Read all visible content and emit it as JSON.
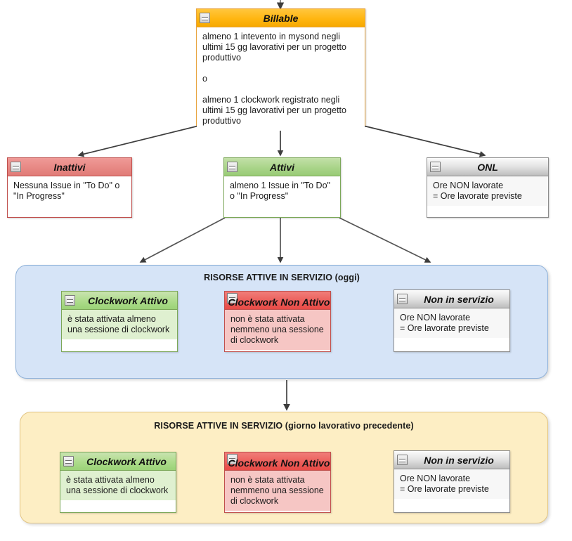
{
  "diagram": {
    "title": "Billable classification flow",
    "colors": {
      "orange_header": "#ffb611",
      "red_header": "#e88a86",
      "red_strong_header": "#ec5f5b",
      "green_header": "#a9d489",
      "gray_header": "#e3e3e3",
      "blue_panel": "#d6e4f7",
      "yellow_panel": "#fdeec4",
      "edge": "#3d3d3d"
    },
    "icons": {
      "collapse": "minus-icon"
    }
  },
  "nodes": {
    "billable": {
      "title": "Billable",
      "body": "almeno 1 intevento in mysond negli ultimi 15 gg lavorativi per un progetto produttivo\n\n                 o\n\nalmeno 1 clockwork registrato negli ultimi 15 gg lavorativi per un progetto produttivo"
    },
    "inattivi": {
      "title": "Inattivi",
      "body": "Nessuna Issue in \"To Do\" o\n \"In Progress\""
    },
    "attivi": {
      "title": "Attivi",
      "body": "almeno 1 Issue in \"To Do\"\no \"In Progress\""
    },
    "onl": {
      "title": "ONL",
      "body": "Ore NON lavorate\n = Ore lavorate previste"
    }
  },
  "panels": {
    "oggi": {
      "title": "RISORSE ATTIVE IN SERVIZIO (oggi)",
      "nodes": {
        "clockwork_attivo": {
          "title": "Clockwork Attivo",
          "body": "è stata attivata almeno\nuna sessione di clockwork"
        },
        "clockwork_non_attivo": {
          "title": "Clockwork Non Attivo",
          "body": "non è stata attivata\nnemmeno una sessione\ndi clockwork"
        },
        "non_in_servizio": {
          "title": "Non in servizio",
          "body": "Ore NON lavorate\n = Ore lavorate previste"
        }
      }
    },
    "precedente": {
      "title": "RISORSE ATTIVE IN SERVIZIO (giorno lavorativo precedente)",
      "nodes": {
        "clockwork_attivo": {
          "title": "Clockwork Attivo",
          "body": "è stata attivata almeno\nuna sessione di clockwork"
        },
        "clockwork_non_attivo": {
          "title": "Clockwork Non Attivo",
          "body": "non è stata attivata\nnemmeno una sessione\ndi clockwork"
        },
        "non_in_servizio": {
          "title": "Non in servizio",
          "body": "Ore NON lavorate\n = Ore lavorate previste"
        }
      }
    }
  }
}
